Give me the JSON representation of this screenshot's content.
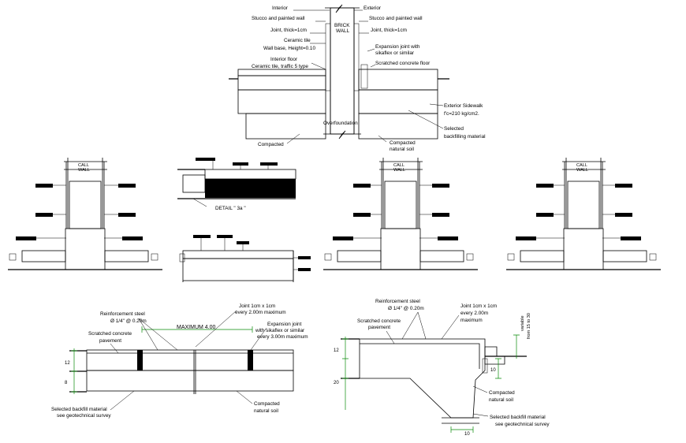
{
  "colors": {
    "line": "#000000",
    "dimension": "#0a8a0a",
    "background": "#ffffff"
  },
  "top_detail": {
    "interior": "Interior",
    "exterior": "Exterior",
    "stucco_left": "Stucco and painted wall",
    "stucco_right": "Stucco and painted wall",
    "joint_left": "Joint, thick=1cm",
    "joint_right": "Joint, thick=1cm",
    "brick_wall_1": "BRICK",
    "brick_wall_2": "WALL",
    "ceramic_1": "Ceramic tile",
    "ceramic_2": "Wall base, Height=0.10",
    "floor_1": "Interior floor",
    "floor_2": "Ceramic tile, traffic 5 type",
    "expansion_1": "Expansion joint with",
    "expansion_2": "sikaflex or similar",
    "scratched": "Scratched concrete floor",
    "sidewalk_1": "Exterior Sidewalk",
    "sidewalk_2": "f'c=210 kg/cm2.",
    "overfoundation": "Overfoundation",
    "compacted_left": "Compacted",
    "compacted_right_1": "Compacted",
    "compacted_right_2": "natural soil",
    "selected_1": "Selected",
    "selected_2": "backfilling material"
  },
  "mini_details": {
    "wall_label_1": "CALL",
    "wall_label_2": "WALL",
    "detail_label": "DETAIL \" 3a \""
  },
  "slab_detail": {
    "reinforcement_1": "Reinforcement steel",
    "reinforcement_2": "Ø 1/4\" @ 0.20m",
    "joint_1": "Joint 1cm x 1cm",
    "joint_2": "every 2.00m maximum",
    "scratched_1": "Scratched concrete",
    "scratched_2": "pavement",
    "maximum": "MAXIMUM 4.00",
    "expansion_1": "Expansion joint",
    "expansion_2": "with sikaflex or similar",
    "expansion_3": "every 3.00m maximum",
    "dim_12": "12",
    "dim_8": "8",
    "compacted_1": "Compacted",
    "compacted_2": "natural soil",
    "selected_1": "Selected backfill material",
    "selected_2": "see geotechnical survey"
  },
  "ramp_detail": {
    "reinforcement_1": "Reinforcement steel",
    "reinforcement_2": "Ø 1/4\" @ 0.20m",
    "joint_1": "Joint 1cm x 1cm",
    "joint_2": "every 2.00m",
    "joint_3": "maximum",
    "scratched_1": "Scratched concrete",
    "scratched_2": "pavement",
    "variable_1": "variable",
    "variable_2": "from 15 to 30",
    "dim_12": "12",
    "dim_20": "20",
    "dim_10a": "10",
    "dim_10b": "10",
    "compacted_1": "Compacted",
    "compacted_2": "natural soil",
    "selected_1": "Selected backfill material",
    "selected_2": "see geotechnical survey"
  }
}
